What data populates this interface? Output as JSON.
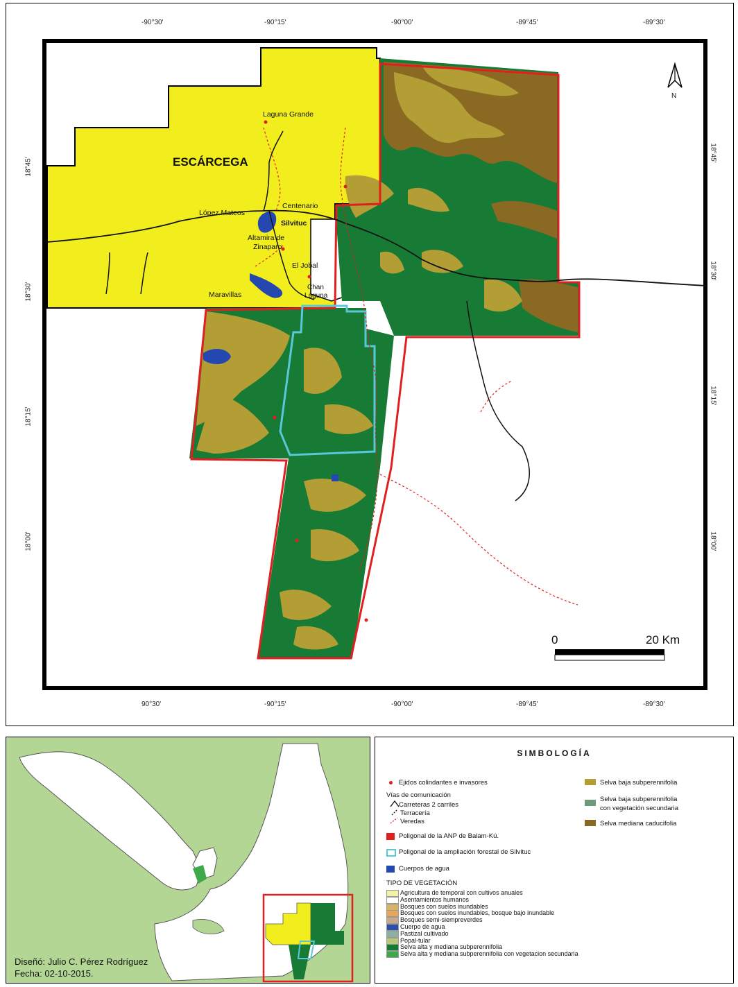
{
  "coords": {
    "top": [
      "-90°30'",
      "-90°15'",
      "-90°00'",
      "-89°45'",
      "-89°30'"
    ],
    "bottom": [
      "90°30'",
      "-90°15'",
      "-90°00'",
      "-89°45'",
      "-89°30'"
    ],
    "left": [
      "18°45'",
      "18°30'",
      "18°15'",
      "18°00'"
    ],
    "right": [
      "18°45'",
      "18°30'",
      "18°15'",
      "18°00'"
    ]
  },
  "north_label": "N",
  "places": {
    "escarcega": "ESCÁRCEGA",
    "laguna_grande": "Laguna Grande",
    "centenario": "Centenario",
    "lopez_mateos": "López Mateos",
    "silvituc": "Silvituc",
    "altamira": [
      "Altamira de",
      "Zinaparo"
    ],
    "el_jobal": "El Jobal",
    "maravillas": "Maravillas",
    "chan_laguna": [
      "Chan",
      "Laguna"
    ]
  },
  "scale": {
    "start": "0",
    "end": "20 Km"
  },
  "credits": {
    "author": "Diseñó: Julio C. Pérez Rodríguez",
    "date": "Fecha: 02-10-2015."
  },
  "legend": {
    "title": "SIMBOLOGÍA",
    "ejidos": "Ejidos colindantes e invasores",
    "vias": "Vías de comunicación",
    "carreteras": "Carreteras 2 carriles",
    "terraceria": "Terracería",
    "veredas": "Veredas",
    "poligonal_anp": "Poligonal de la ANP de Balam-Kú.",
    "poligonal_silvituc": "Poligonal de la ampliación forestal de Silvituc",
    "cuerpos_agua": "Cuerpos de agua",
    "tipo_vegetacion": "TIPO DE VEGETACIÓN",
    "vegetation": [
      {
        "label": "Agricultura de temporal con cultivos anuales",
        "color": "#f3f0a8"
      },
      {
        "label": "Asentamientos humanos",
        "color": "#ffffff"
      },
      {
        "label": "Bosques con suelos inundables",
        "color": "#d7b36a"
      },
      {
        "label": "Bosques con suelos inundables, bosque bajo inundable",
        "color": "#e8a85a"
      },
      {
        "label": "Bosques semi-siempreverdes",
        "color": "#c9a98a"
      },
      {
        "label": "Cuerpo de agua",
        "color": "#2c4fa8"
      },
      {
        "label": "Pastizal cultivado",
        "color": "#8fb0a0"
      },
      {
        "label": "Popal-tular",
        "color": "#b8c878"
      },
      {
        "label": "Selva alta y mediana subperennifolia",
        "color": "#147a34"
      },
      {
        "label": "Selva alta y mediana subperennifolia con vegetacion secundaria",
        "color": "#3ea84a"
      }
    ],
    "selva_baja": "Selva baja subperennifolia",
    "selva_baja_sec": [
      "Selva baja subperennifolia",
      "con vegetación secundaria"
    ],
    "selva_caducifolia": "Selva mediana caducifolia"
  },
  "colors": {
    "escarcega": "#f2ee1e",
    "selva": "#177a35",
    "selva_baja": "#b39e35",
    "caducifolia": "#8a6a22",
    "water": "#2548b0",
    "anp_border": "#e02020",
    "silvituc_border": "#5ac8d8",
    "inset_bg": "#b4d694"
  }
}
